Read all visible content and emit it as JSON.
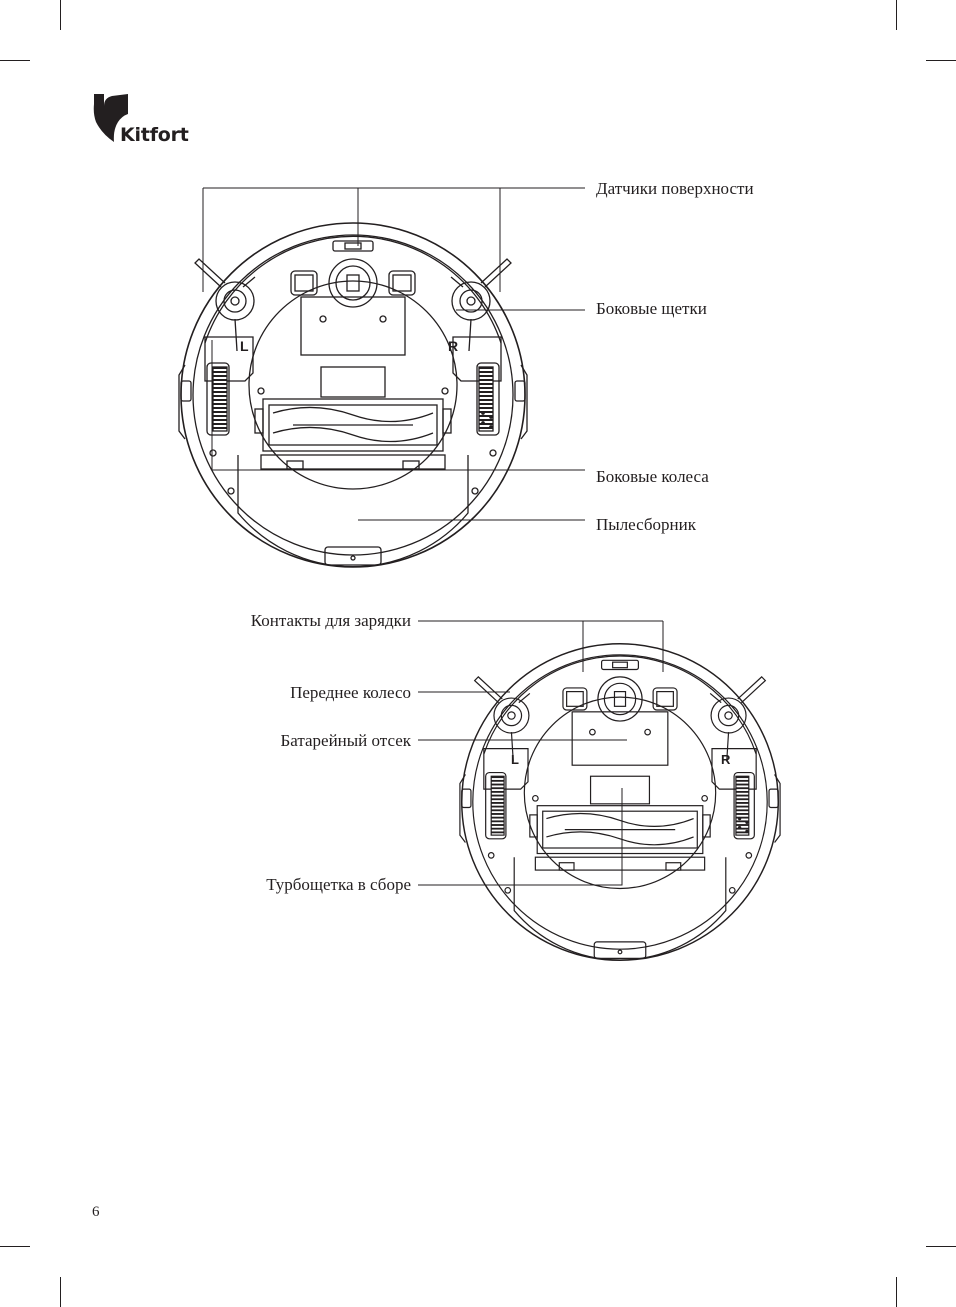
{
  "brand": {
    "name": "Kitfort"
  },
  "figure1": {
    "labels": [
      "Датчики поверхности",
      "Боковые щетки",
      "Боковые колеса",
      "Пылесборник"
    ],
    "wheel_marks": [
      "L",
      "R"
    ]
  },
  "figure2": {
    "labels": [
      "Контакты для зарядки",
      "Переднее колесо",
      "Батарейный отсек",
      "Турбощетка в сборе"
    ],
    "wheel_marks": [
      "L",
      "R"
    ]
  },
  "page_number": "6"
}
